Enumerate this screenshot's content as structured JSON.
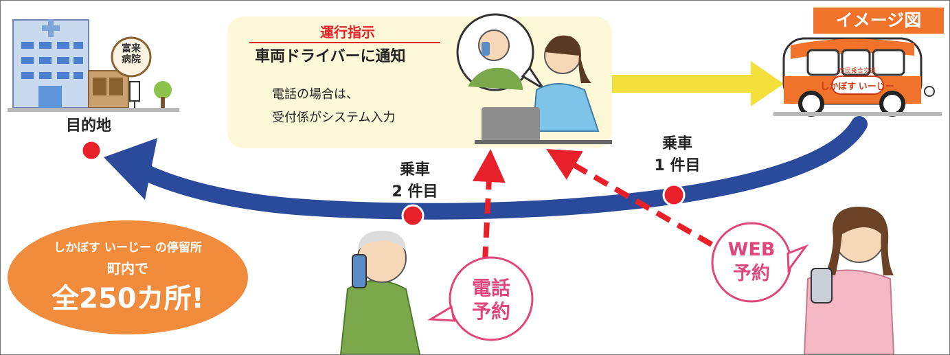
{
  "badge": "イメージ図",
  "hospital": {
    "sign": "富来病院",
    "destination": "目的地"
  },
  "panel": {
    "heading": "運行指示",
    "subheading": "車両ドライバーに通知",
    "note_line1": "電話の場合は、",
    "note_line2": "受付係がシステム入力"
  },
  "bus": {
    "logo": "しかぼす いーじー",
    "badge_text": "市民乗合交通"
  },
  "rides": {
    "first_line1": "乗車",
    "first_line2": "1 件目",
    "second_line1": "乗車",
    "second_line2": "2 件目"
  },
  "reservation": {
    "phone_line1": "電話",
    "phone_line2": "予約",
    "web_line1": "WEB",
    "web_line2": "予約"
  },
  "stops": {
    "line1": "しかぼす いーじー の停留所",
    "line2": "町内で",
    "line3": "全250カ所!"
  },
  "colors": {
    "route": "#2c4a9c",
    "stop_dot": "#e8202a",
    "dashed_arrow": "#e8202a",
    "yellow_arrow": "#f3e03a",
    "orange": "#f1722a",
    "pink": "#e0457b",
    "panel_bg": "#fdf8d8"
  }
}
